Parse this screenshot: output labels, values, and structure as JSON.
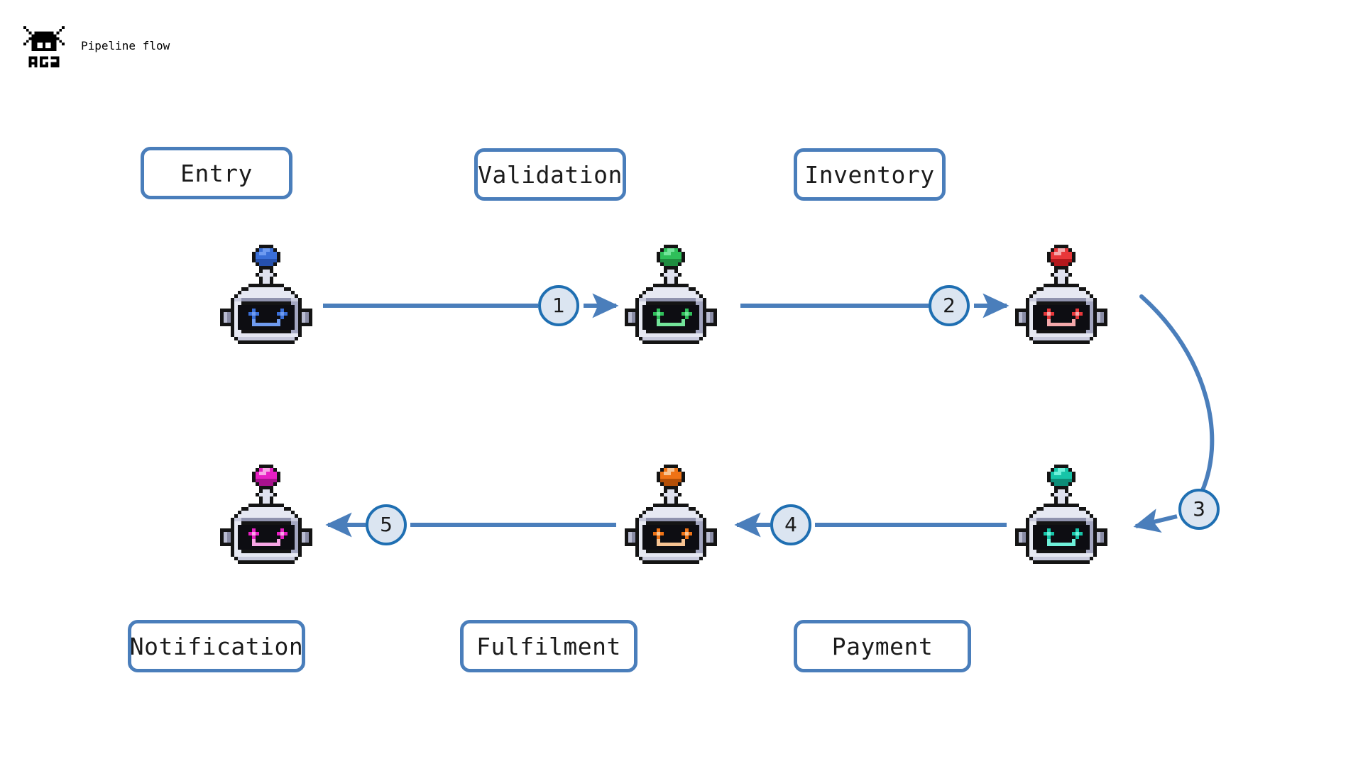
{
  "header": {
    "logo_icon": "ag2-robot-logo-icon",
    "logo_text": "AG2",
    "title": "Pipeline flow"
  },
  "colors": {
    "node_border": "#4a7ebb",
    "node_fill": "#ffffff",
    "edge_line": "#4a7ebb",
    "badge_fill": "#dbe5f1",
    "badge_border": "#1f6fb2",
    "text": "#1b1b1b",
    "background": "#ffffff"
  },
  "diagram": {
    "type": "flow",
    "nodes": [
      {
        "id": "entry",
        "label": "Entry",
        "row": "top",
        "column": 1,
        "accent_color": "#3a6fd8",
        "avatar_icon": "robot-avatar-blue",
        "label_position": "above"
      },
      {
        "id": "validation",
        "label": "Validation",
        "row": "top",
        "column": 2,
        "accent_color": "#2fbf5a",
        "avatar_icon": "robot-avatar-green",
        "label_position": "above"
      },
      {
        "id": "inventory",
        "label": "Inventory",
        "row": "top",
        "column": 3,
        "accent_color": "#e8373a",
        "avatar_icon": "robot-avatar-red",
        "label_position": "above"
      },
      {
        "id": "payment",
        "label": "Payment",
        "row": "bottom",
        "column": 3,
        "accent_color": "#17c4a8",
        "avatar_icon": "robot-avatar-teal",
        "label_position": "below"
      },
      {
        "id": "fulfilment",
        "label": "Fulfilment",
        "row": "bottom",
        "column": 2,
        "accent_color": "#ef7215",
        "avatar_icon": "robot-avatar-orange",
        "label_position": "below"
      },
      {
        "id": "notification",
        "label": "Notification",
        "row": "bottom",
        "column": 1,
        "accent_color": "#e81fc4",
        "avatar_icon": "robot-avatar-magenta",
        "label_position": "below"
      }
    ],
    "edges": [
      {
        "number": "1",
        "from": "entry",
        "to": "validation",
        "shape": "straight",
        "direction": "right"
      },
      {
        "number": "2",
        "from": "validation",
        "to": "inventory",
        "shape": "straight",
        "direction": "right"
      },
      {
        "number": "3",
        "from": "inventory",
        "to": "payment",
        "shape": "curved",
        "direction": "down-left"
      },
      {
        "number": "4",
        "from": "payment",
        "to": "fulfilment",
        "shape": "straight",
        "direction": "left"
      },
      {
        "number": "5",
        "from": "fulfilment",
        "to": "notification",
        "shape": "straight",
        "direction": "left"
      }
    ]
  }
}
